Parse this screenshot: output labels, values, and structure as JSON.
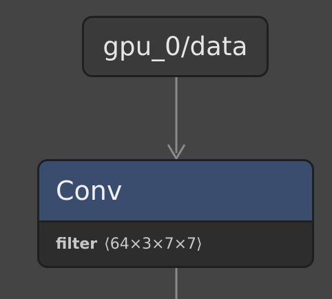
{
  "graph": {
    "input_node": {
      "label": "gpu_0/data"
    },
    "op_node": {
      "title": "Conv",
      "attributes": [
        {
          "name": "filter",
          "value": "⟨64×3×7×7⟩"
        }
      ]
    },
    "colors": {
      "background": "#444444",
      "node_fill": "#3a3a3a",
      "node_border": "#1f1f1f",
      "op_header": "#3b4d6e",
      "op_body": "#2d2d2d",
      "edge": "#8a8a8a"
    }
  }
}
